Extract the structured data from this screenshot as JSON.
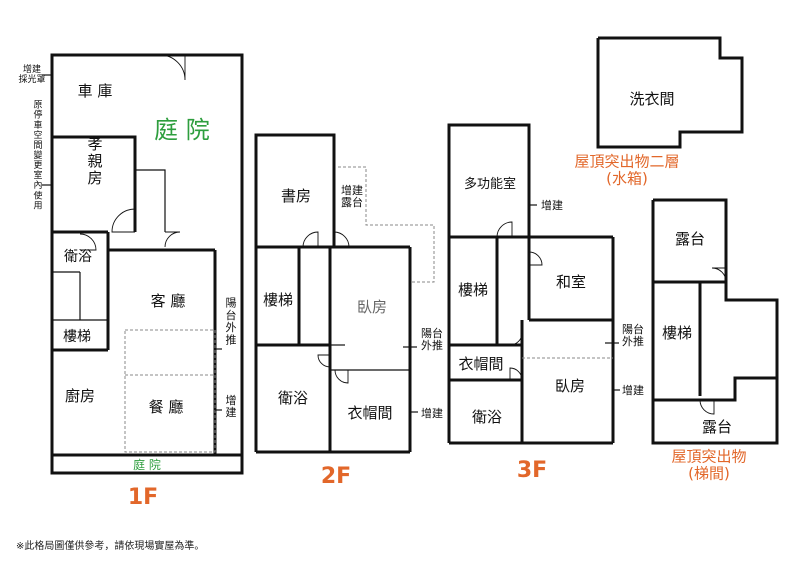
{
  "colors": {
    "walls": "#111111",
    "green": "#2e9e3e",
    "orange": "#e2672a",
    "text": "#111111"
  },
  "floor1": {
    "title": "1F",
    "garage": "車 庫",
    "courtyard_top": "庭 院",
    "skylight_note": "增建\n採光罩",
    "elder_room": "孝\n親\n房",
    "garage_note": "原\n停\n車\n空\n間\n變\n更\n室\n內\n使\n用",
    "bath": "衛浴",
    "stairs": "樓梯",
    "living": "客 廳",
    "kitchen": "廚房",
    "dining": "餐 廳",
    "balcony_note": "陽\n台\n外\n推",
    "add_note": "增\n建",
    "courtyard_bottom": "庭 院"
  },
  "floor2": {
    "title": "2F",
    "study": "書房",
    "terrace_note": "增建\n露台",
    "stairs": "樓梯",
    "bedroom": "臥房",
    "balcony_note": "陽台\n外推",
    "bath": "衛浴",
    "closet": "衣帽間",
    "add_note": "增建"
  },
  "floor3": {
    "title": "3F",
    "multi_room": "多功能室",
    "add_note_top": "增建",
    "stairs": "樓梯",
    "japanese_room": "和室",
    "balcony_note": "陽台\n外推",
    "closet": "衣帽間",
    "bedroom": "臥房",
    "add_note_bottom": "增建",
    "bath": "衛浴"
  },
  "roof2": {
    "laundry": "洗衣間",
    "caption": "屋頂突出物二層\n(水箱)"
  },
  "roof1": {
    "terrace_top": "露台",
    "stairs": "樓梯",
    "terrace_bottom": "露台",
    "caption": "屋頂突出物\n(梯間)"
  },
  "disclaimer": "※此格局圖僅供參考，請依現場實屋為準。"
}
